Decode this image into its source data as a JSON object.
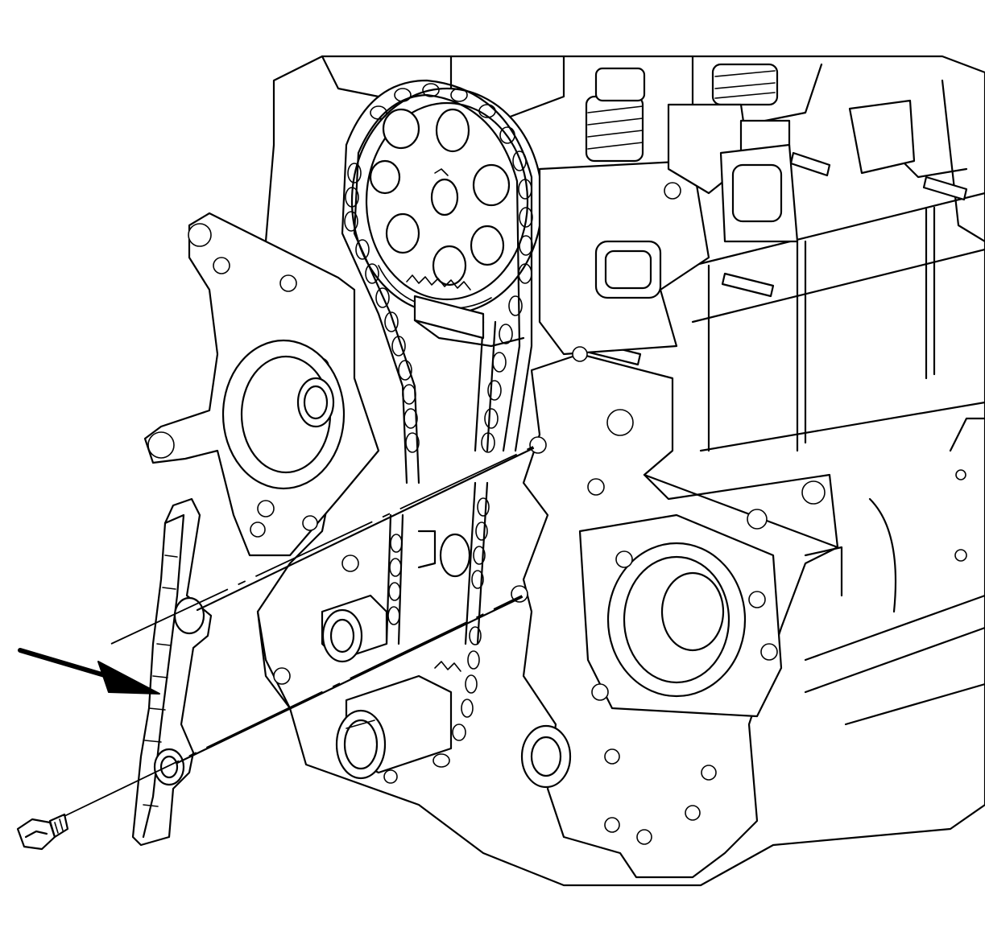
{
  "diagram": {
    "line_color": "#000000",
    "background": "#ffffff",
    "parts": {
      "timing_chain_guide": "timing-chain-guide",
      "guide_bolt": "guide-bolt",
      "callout_arrow": "callout-arrow"
    }
  }
}
